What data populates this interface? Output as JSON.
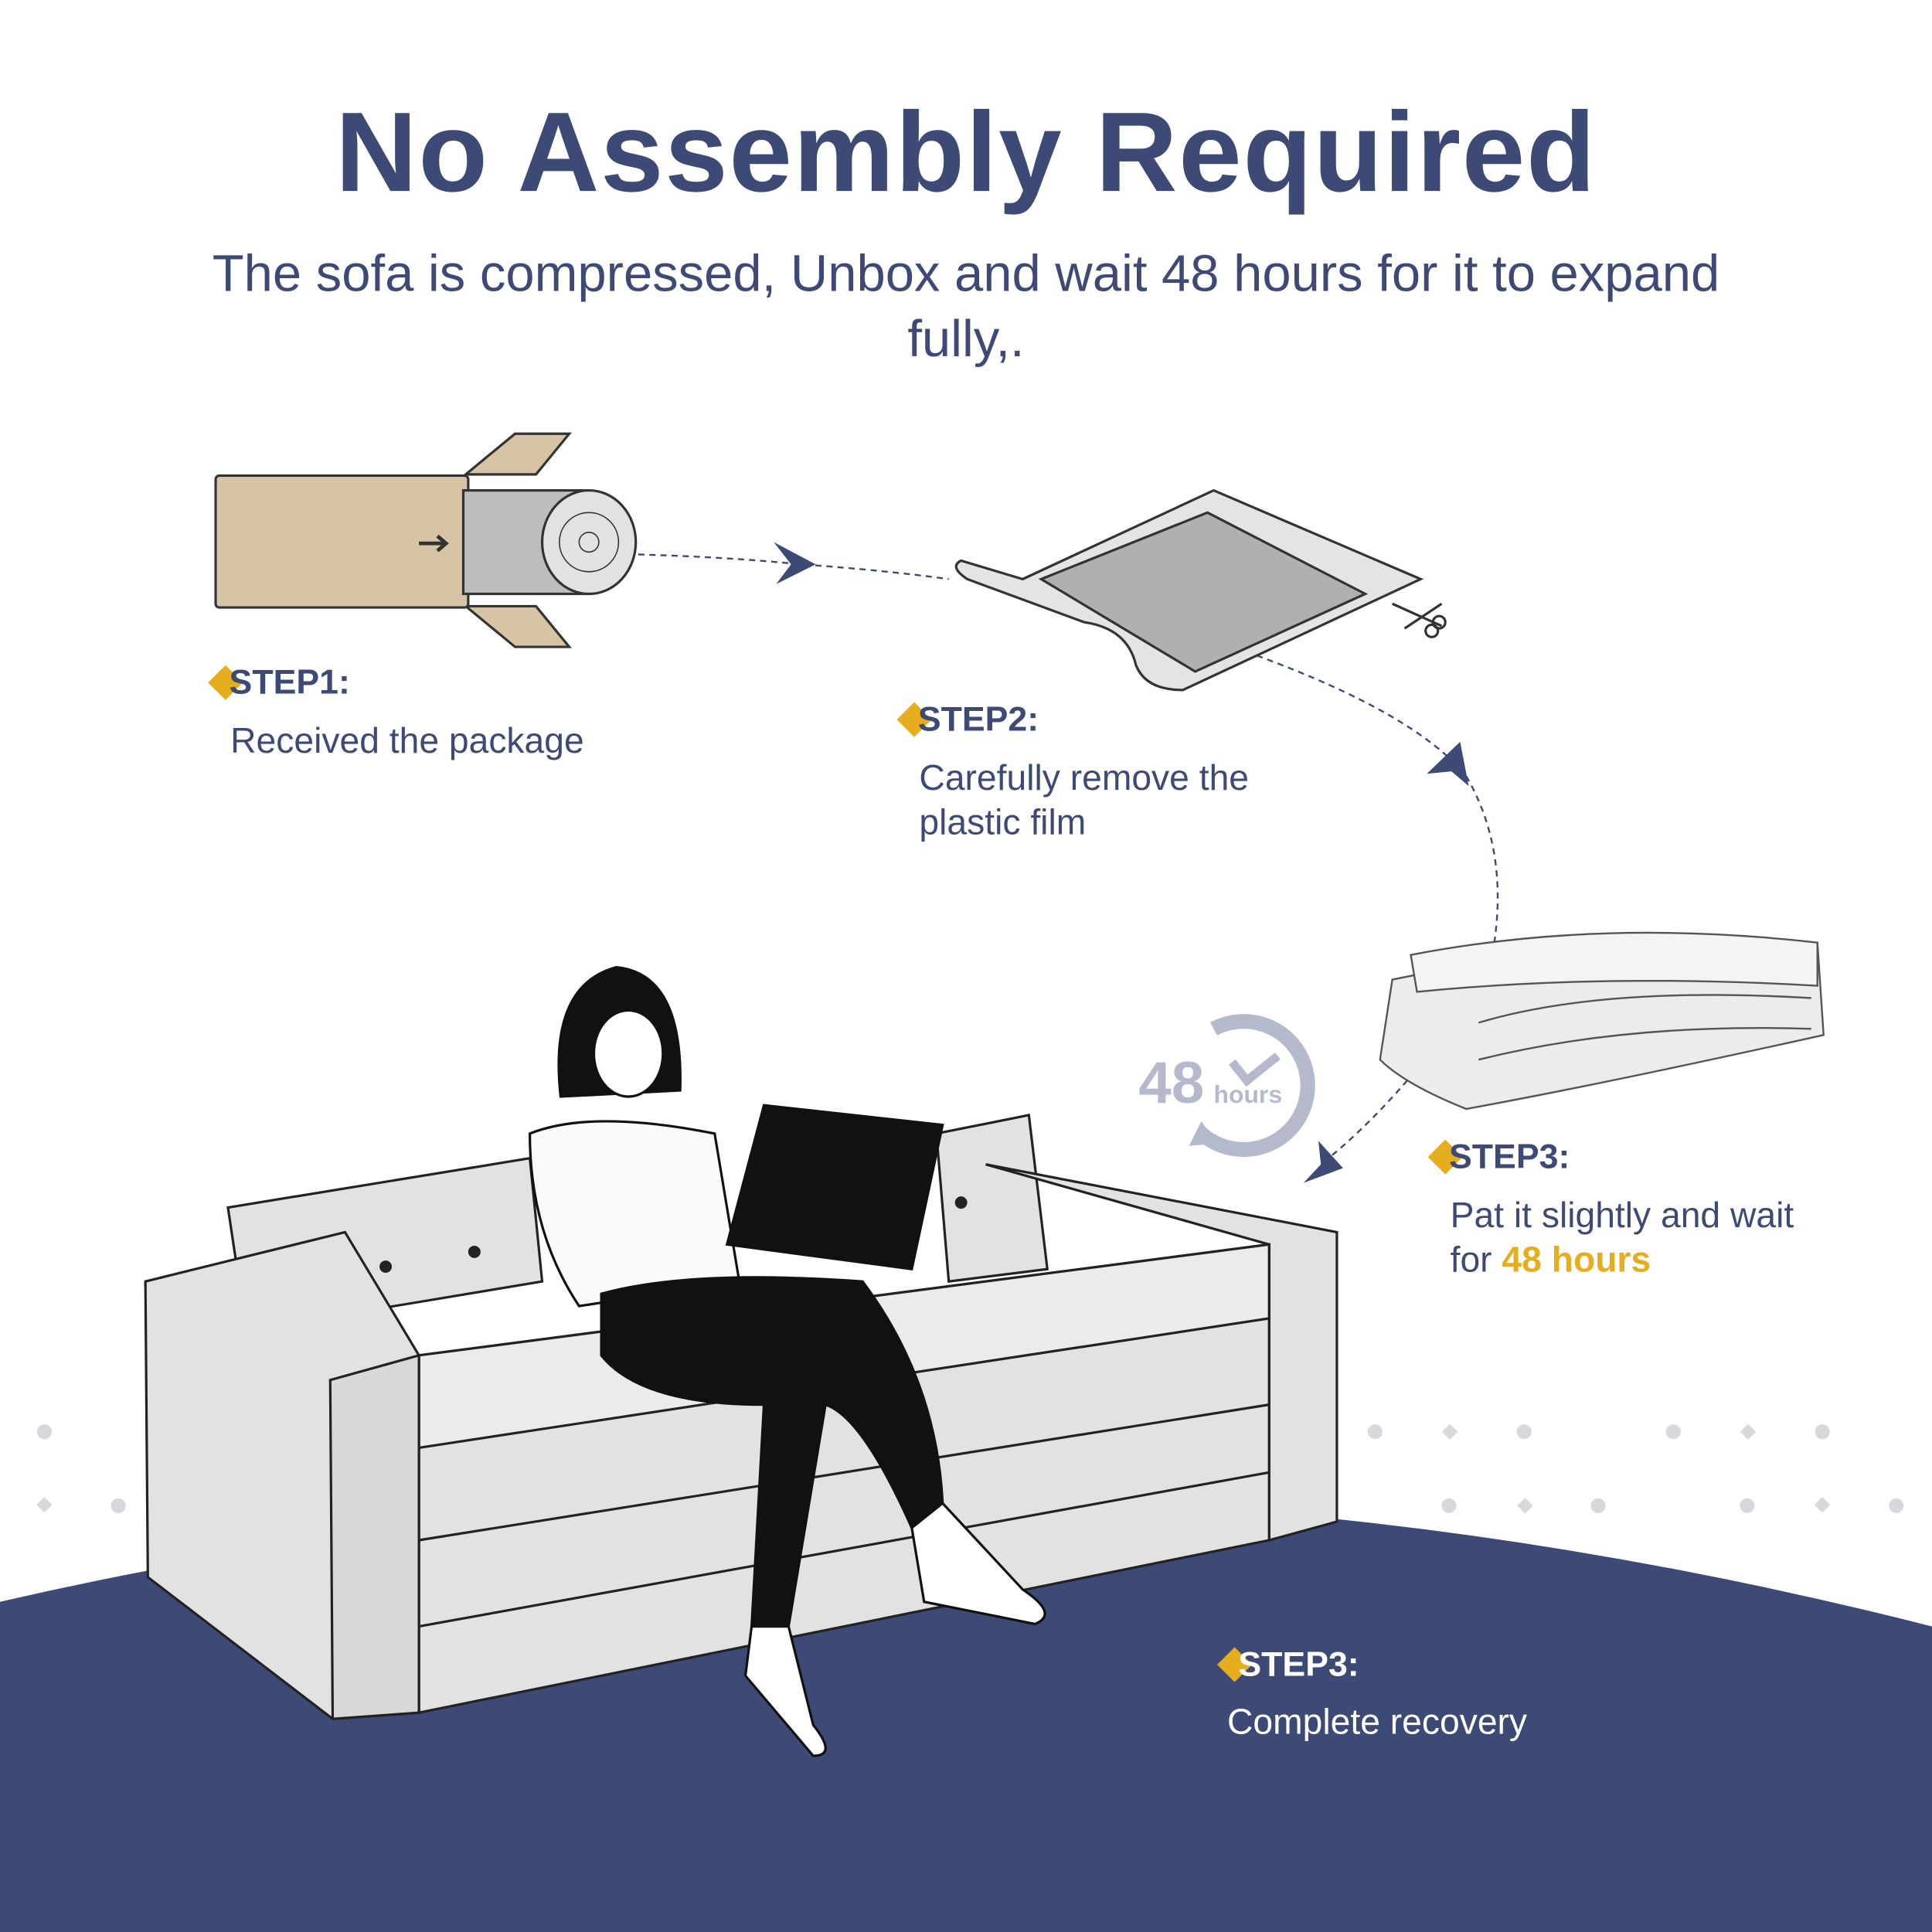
{
  "title": "No Assembly Required",
  "subtitle": "The sofa is compressed, Unbox and wait 48 hours for it to expand fully,.",
  "steps": [
    {
      "label": "STEP1:",
      "text": "Received the package"
    },
    {
      "label": "STEP2:",
      "text_line1": "Carefully remove the",
      "text_line2": "plastic film"
    },
    {
      "label": "STEP3:",
      "text_line1": "Pat it slightly and wait",
      "text_prefix": "for ",
      "text_highlight": "48 hours"
    },
    {
      "label": "STEP3:",
      "text": "Complete recovery"
    }
  ],
  "clock_badge": {
    "number": "48",
    "unit": "hours"
  },
  "colors": {
    "navy": "#3d4a75",
    "gold": "#e6ad1f",
    "grey": "#b4bacb"
  }
}
